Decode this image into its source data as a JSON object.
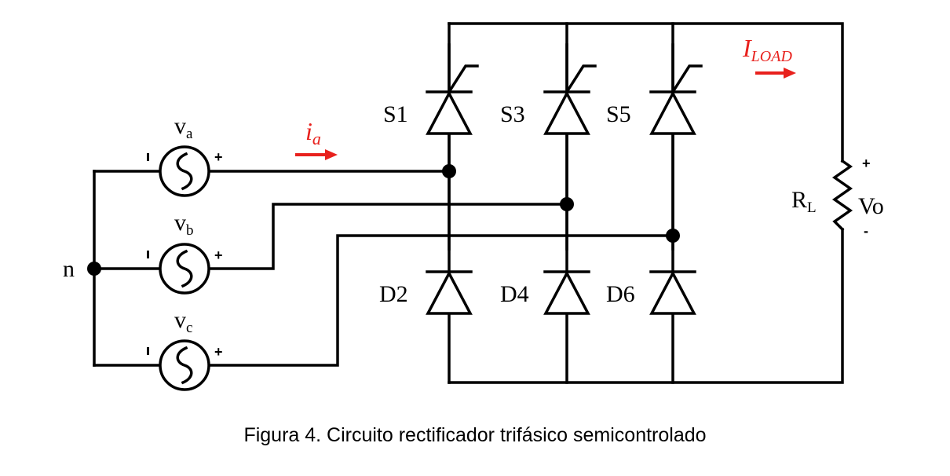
{
  "caption": "Figura 4. Circuito rectificador trifásico semicontrolado",
  "labels": {
    "neutral": "n",
    "sources": [
      {
        "name": "v",
        "sub": "a"
      },
      {
        "name": "v",
        "sub": "b"
      },
      {
        "name": "v",
        "sub": "c"
      }
    ],
    "thyristors": [
      "S1",
      "S3",
      "S5"
    ],
    "diodes": [
      "D2",
      "D4",
      "D6"
    ],
    "current_a": {
      "main": "i",
      "sub": "a"
    },
    "current_load": {
      "main": "I",
      "sub": "LOAD"
    },
    "resistor": {
      "main": "R",
      "sub": "L"
    },
    "output_voltage": "Vo",
    "plus": "+",
    "minus": "-"
  },
  "colors": {
    "wire": "#000000",
    "annotation": "#e8211d"
  }
}
